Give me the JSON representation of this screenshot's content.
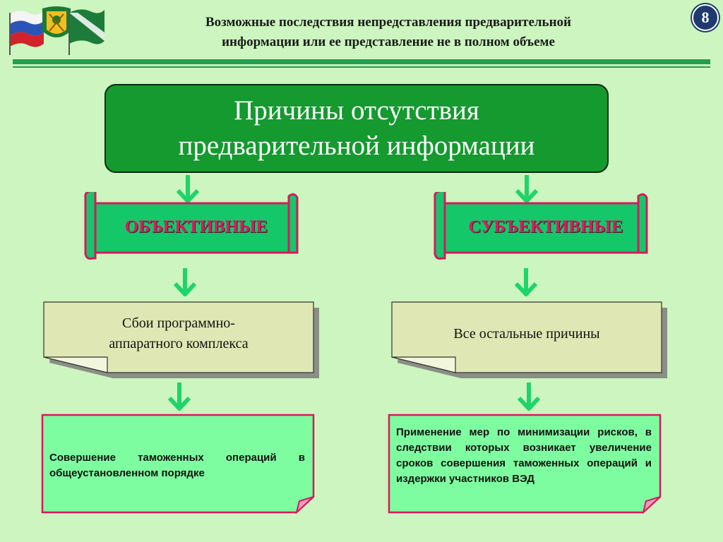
{
  "header": {
    "title_line1": "Возможные последствия непредставления предварительной",
    "title_line2": "информации или ее представление не в полном объеме",
    "page_number": "8"
  },
  "main_box": {
    "line1": "Причины отсутствия",
    "line2": "предварительной информации"
  },
  "categories": {
    "left": "ОБЪЕКТИВНЫЕ",
    "right": "СУБЪЕКТИВНЫЕ"
  },
  "causes": {
    "left_line1": "Сбои программно-",
    "left_line2": "аппаратного комплекса",
    "right": "Все остальные причины"
  },
  "consequences": {
    "left": "Совершение таможенных операций в общеустановленном порядке",
    "right": "Применение мер по минимизации рисков, в следствии которых возникает увеличение сроков совершения таможенных операций и издержки участников ВЭД"
  },
  "colors": {
    "background": "#ccf5bf",
    "main_box": "#149a2e",
    "banner_fill": "#14c86a",
    "banner_border": "#d8185f",
    "note_fill": "#dfe7b4",
    "result_fill": "#7dfca0",
    "arrow": "#1fd46a",
    "rule": "#249d4f"
  }
}
